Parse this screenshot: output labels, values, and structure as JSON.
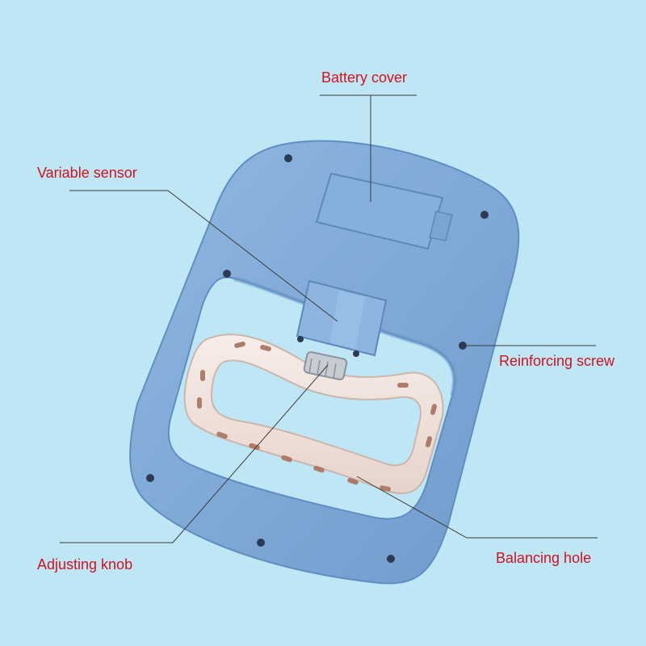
{
  "labels": {
    "battery_cover": "Battery cover",
    "variable_sensor": "Variable sensor",
    "reinforcing_screw": "Reinforcing screw",
    "adjusting_knob": "Adjusting knob",
    "balancing_hole": "Balancing hole"
  },
  "colors": {
    "background": "#bfe6f5",
    "device_body": "#7fa9d6",
    "device_edge": "#5f8fc2",
    "handle": "#f1e4dd",
    "label_text": "#d3121d",
    "leader_line": "#3a3a3a"
  }
}
